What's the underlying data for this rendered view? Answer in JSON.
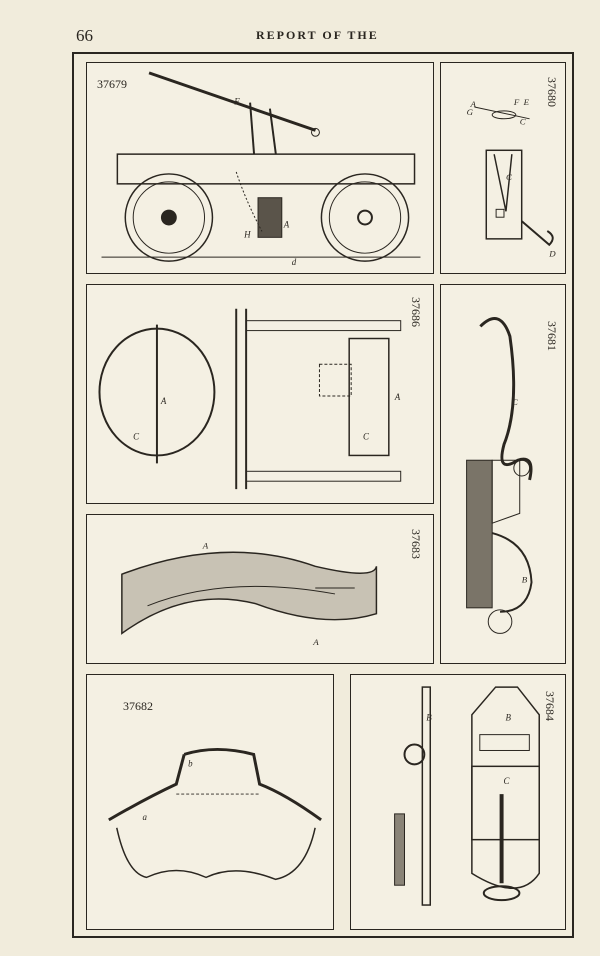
{
  "header": {
    "page_number": "66",
    "running_title": "REPORT OF THE"
  },
  "figures": [
    {
      "number": "37679",
      "labels": [
        "F",
        "H",
        "A",
        "d"
      ]
    },
    {
      "number": "37680",
      "labels": [
        "A",
        "F",
        "E",
        "G",
        "C",
        "C",
        "D"
      ]
    },
    {
      "number": "37686",
      "labels": [
        "A",
        "C",
        "A",
        "C"
      ]
    },
    {
      "number": "37681",
      "labels": [
        "C",
        "B"
      ]
    },
    {
      "number": "37683",
      "labels": [
        "A",
        "A"
      ]
    },
    {
      "number": "37682",
      "labels": [
        "b",
        "a"
      ]
    },
    {
      "number": "37684",
      "labels": [
        "B",
        "B",
        "C"
      ]
    }
  ]
}
